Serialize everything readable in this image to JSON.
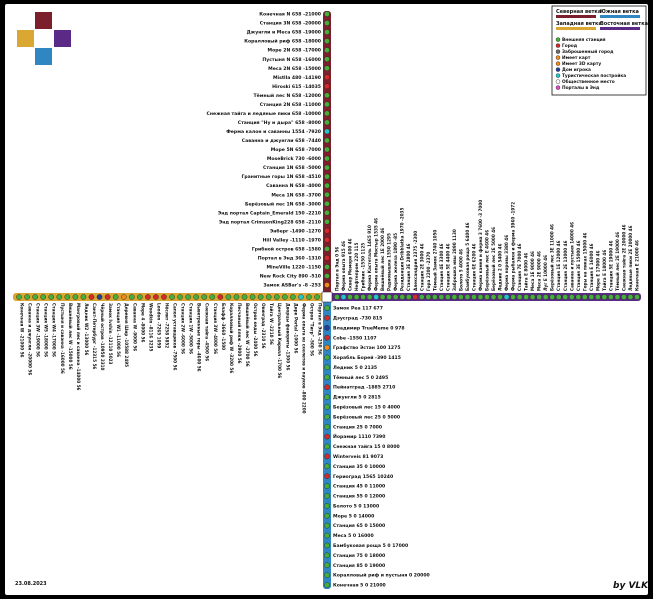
{
  "colors": {
    "north": "#7a1f2b",
    "south": "#2f86c2",
    "west": "#d9a732",
    "east": "#5a2a86",
    "station": "#47ae3c",
    "city": "#d42a2a",
    "abandoned": "#6a6a6a",
    "portal": "#e04bc4",
    "tourist": "#22c7c7",
    "home": "#243f99",
    "public": "#ffffff",
    "orange": "#f08a1a"
  },
  "footer": {
    "date": "23.08.2023",
    "author": "by VLK"
  },
  "legend": {
    "lines": [
      {
        "key": "north",
        "label": "Северная ветка"
      },
      {
        "key": "south",
        "label": "Южная ветка"
      },
      {
        "key": "west",
        "label": "Западная ветка"
      },
      {
        "key": "east",
        "label": "Восточная ветка"
      }
    ],
    "items": [
      {
        "key": "station",
        "label": "Внешняя станция"
      },
      {
        "key": "city",
        "label": "Город"
      },
      {
        "key": "abandoned",
        "label": "Заброшенный город"
      },
      {
        "key": "orange",
        "label": "Имеет карт"
      },
      {
        "key": "orange",
        "label": "Имеет 3D карту"
      },
      {
        "key": "home",
        "label": "Дом игрока"
      },
      {
        "key": "tourist",
        "label": "Туристическая постройка"
      },
      {
        "key": "public",
        "label": "Общественное место"
      },
      {
        "key": "portal",
        "label": "Порталы в Энд"
      }
    ]
  },
  "north": [
    {
      "label": "Конечная N 658 -21000",
      "type": "station"
    },
    {
      "label": "Станция 3N 658 -20000",
      "type": "station"
    },
    {
      "label": "Джунгли и Меса 658 -19000",
      "type": "station"
    },
    {
      "label": "Коралловый риф 658 -18000",
      "type": "station"
    },
    {
      "label": "Море 2N 658 -17000",
      "type": "station"
    },
    {
      "label": "Пустыня N 658 -16000",
      "type": "station"
    },
    {
      "label": "Меса 2N 658 -15000",
      "type": "station"
    },
    {
      "label": "Mistlla 480 -14190",
      "type": "city"
    },
    {
      "label": "Hiroski 615 -14035",
      "type": "city"
    },
    {
      "label": "Тёмный лес N 658 -12000",
      "type": "station"
    },
    {
      "label": "Станция 2N 658 -11000",
      "type": "station"
    },
    {
      "label": "Снежная тайга и ледяные пики 658 -10000",
      "type": "station"
    },
    {
      "label": "Станция \"Ну и дыра\" 658 -8000",
      "type": "station"
    },
    {
      "label": "Ферма калон и саванны 1554 -7920",
      "type": "tourist"
    },
    {
      "label": "Саванна и джунгли 658 -7440",
      "type": "station"
    },
    {
      "label": "Море 5N 658 -7000",
      "type": "station"
    },
    {
      "label": "MoseBrick 730 -6000",
      "type": "station"
    },
    {
      "label": "Станция 1N 658 -5000",
      "type": "station"
    },
    {
      "label": "Гранитные горы 1N 658 -4510",
      "type": "station"
    },
    {
      "label": "Саванна N 658 -4000",
      "type": "station"
    },
    {
      "label": "Меса 1N 658 -3700",
      "type": "station"
    },
    {
      "label": "Берёзовый лес 1N 658 -3000",
      "type": "station"
    },
    {
      "label": "Энд портал Captain_Emerald 150 -2210",
      "type": "station"
    },
    {
      "label": "Энд портал CrimsonKing228 658 -2110",
      "type": "station"
    },
    {
      "label": "Энберг -1490 -1270",
      "type": "city"
    },
    {
      "label": "Hill Valley -1110 -1970",
      "type": "city"
    },
    {
      "label": "Грибной остров 658 -1580",
      "type": "station"
    },
    {
      "label": "Портал в Энд 360 -1310",
      "type": "city"
    },
    {
      "label": "MineVille 1220 -1150",
      "type": "station"
    },
    {
      "label": "New Rock City 890 -510",
      "type": "station"
    },
    {
      "label": "Замок ASBar's -8 -253",
      "type": "orange"
    }
  ],
  "south": [
    {
      "label": "Замок Pea 117 677",
      "type": "station"
    },
    {
      "label": "Дэусград -730 815",
      "type": "city"
    },
    {
      "label": "Владимир TrueMeme 0 978",
      "type": "home"
    },
    {
      "label": "Cobe -1550 1107",
      "type": "city"
    },
    {
      "label": "Графство Эстан 100 1275",
      "type": "orange"
    },
    {
      "label": "Хорабль Борей -390 1415",
      "type": "station"
    },
    {
      "label": "Ледник 5 0 2135",
      "type": "station"
    },
    {
      "label": "Тёмный лес 5 0 2495",
      "type": "station"
    },
    {
      "label": "Пейнатград -1885 2710",
      "type": "city"
    },
    {
      "label": "Джунгли 5 0 2815",
      "type": "station"
    },
    {
      "label": "Берёзовый лес 15 0 4000",
      "type": "station"
    },
    {
      "label": "Берёзовый лес 25 0 5000",
      "type": "station"
    },
    {
      "label": "Станция 25 0 7000",
      "type": "station"
    },
    {
      "label": "Йорамир 1110 7390",
      "type": "city"
    },
    {
      "label": "Снежная тайга 15 0 8000",
      "type": "station"
    },
    {
      "label": "Winterveis 81 9073",
      "type": "city"
    },
    {
      "label": "Станция 35 0 10000",
      "type": "station"
    },
    {
      "label": "Гериоград 1565 10240",
      "type": "city"
    },
    {
      "label": "Станция 45 0 11000",
      "type": "station"
    },
    {
      "label": "Станция 55 0 12000",
      "type": "station"
    },
    {
      "label": "Болото 5 0 13000",
      "type": "station"
    },
    {
      "label": "Море 5 0 14000",
      "type": "station"
    },
    {
      "label": "Станция 65 0 15000",
      "type": "station"
    },
    {
      "label": "Меса 5 0 16000",
      "type": "station"
    },
    {
      "label": "Бамбуковая роща 5 0 17000",
      "type": "station"
    },
    {
      "label": "Станция 75 0 18000",
      "type": "station"
    },
    {
      "label": "Станция 85 0 19000",
      "type": "station"
    },
    {
      "label": "Коралловый риф и пустыня 0 20000",
      "type": "station"
    },
    {
      "label": "Конечная 5 0 21000",
      "type": "station"
    }
  ],
  "west": [
    {
      "label": "Конечная W -21000 56",
      "type": "station"
    },
    {
      "label": "Саванна и джунгли -20000 56",
      "type": "station"
    },
    {
      "label": "Станция 3W -19000 56",
      "type": "station"
    },
    {
      "label": "Станция W5 -18000 56",
      "type": "station"
    },
    {
      "label": "Станция W4 -17000 56",
      "type": "station"
    },
    {
      "label": "Пустыня и саванна -16000 56",
      "type": "station"
    },
    {
      "label": "Вишнёвый лес W -15000 56",
      "type": "station"
    },
    {
      "label": "Мангровый лес и саванна -14000 56",
      "type": "station"
    },
    {
      "label": "Ледник W2 -13000 56",
      "type": "station"
    },
    {
      "label": "Санкт-Петербург -12315 56",
      "type": "city"
    },
    {
      "label": "Чёрный остров -10950 2310",
      "type": "home"
    },
    {
      "label": "Замок Ivshin -12110 5023",
      "type": "city"
    },
    {
      "label": "Станция W1 -11000 56",
      "type": "station"
    },
    {
      "label": "Деревня Шир -10588 2495",
      "type": "orange"
    },
    {
      "label": "Саванна W -9000 56",
      "type": "station"
    },
    {
      "label": "Море 4 -8000 56",
      "type": "station"
    },
    {
      "label": "Woodkin -8116 3235",
      "type": "city"
    },
    {
      "label": "London -7265 1059",
      "type": "city"
    },
    {
      "label": "Нёслит -7258 5852",
      "type": "city"
    },
    {
      "label": "Сапол уставщиков -7500 56",
      "type": "station"
    },
    {
      "label": "Станция 2W -6000 56",
      "type": "station"
    },
    {
      "label": "Станция 1W -5000 56",
      "type": "station"
    },
    {
      "label": "Выветренные горы -4600 56",
      "type": "station"
    },
    {
      "label": "Снежная тайга -4500 56",
      "type": "station"
    },
    {
      "label": "Станция 3W -4000 56",
      "type": "station"
    },
    {
      "label": "Блафф -3660 -1500",
      "type": "city"
    },
    {
      "label": "Коралловый риф W -3200 56",
      "type": "station"
    },
    {
      "label": "Песчаный пляж -2900 56",
      "type": "station"
    },
    {
      "label": "Вишнёвый лес W -2700 56",
      "type": "station"
    },
    {
      "label": "Остров кеды -2400 56",
      "type": "station"
    },
    {
      "label": "Овинград -2310 56",
      "type": "station"
    },
    {
      "label": "Тайга W -2210 56",
      "type": "station"
    },
    {
      "label": "Центральный Кирилл -1700 56",
      "type": "station"
    },
    {
      "label": "Дворцы фавориты -1300 56",
      "type": "station"
    },
    {
      "label": "Дирк Portal -1000 56",
      "type": "station"
    },
    {
      "label": "Ферма опыта из скелетов и пауков -800 2200",
      "type": "tourist"
    },
    {
      "label": "Остров \"Тигр\" -500 56",
      "type": "station"
    },
    {
      "label": "Портал в Энд -250 56",
      "type": "station"
    }
  ],
  "east": [
    {
      "label": "Портал в Энд 0 56",
      "type": "station"
    },
    {
      "label": "Ферма опыта 915 46",
      "type": "tourist"
    },
    {
      "label": "Сквер Мемори 600 46",
      "type": "station"
    },
    {
      "label": "Нефтепром 220 115",
      "type": "station"
    },
    {
      "label": "Грибник -1550 1125",
      "type": "station"
    },
    {
      "label": "Ферма Кастеталь 1465 910",
      "type": "station"
    },
    {
      "label": "Ферма опыта Мостыр 1535 46",
      "type": "tourist"
    },
    {
      "label": "Вишнёвый лес 1E 2000 46",
      "type": "station"
    },
    {
      "label": "Радиовышка 1550 1295",
      "type": "station"
    },
    {
      "label": "Ферма железа 1890 -85",
      "type": "station"
    },
    {
      "label": "Резиденция Dribblatka 1970 -2035",
      "type": "station"
    },
    {
      "label": "Станция 3E 2800 46",
      "type": "station"
    },
    {
      "label": "Александрия 2375 -2300",
      "type": "city"
    },
    {
      "label": "Станция 2E 3000 46",
      "type": "station"
    },
    {
      "label": "Гора 2200 -2370",
      "type": "station"
    },
    {
      "label": "Тёмный Замок 2740 1050",
      "type": "station"
    },
    {
      "label": "Станция 4E 3300 46",
      "type": "station"
    },
    {
      "label": "Станция 5E 4400 46",
      "type": "station"
    },
    {
      "label": "Заброшка ивы 2890 1130",
      "type": "station"
    },
    {
      "label": "Болото 5 4000 46",
      "type": "station"
    },
    {
      "label": "Бамбуковая роща 5 6400 46",
      "type": "station"
    },
    {
      "label": "Станция 6E 6200 46",
      "type": "station"
    },
    {
      "label": "Ферма камня и ферма 3 7600 -3 7000",
      "type": "station"
    },
    {
      "label": "Берёзовый лес E 4600 46",
      "type": "station"
    },
    {
      "label": "Берёзовый лес 2E 5000 46",
      "type": "station"
    },
    {
      "label": "Ледник 2 0 5400 46",
      "type": "station"
    },
    {
      "label": "Ферма коровы 3380 46",
      "type": "tourist"
    },
    {
      "label": "Ферма рыбалки и ферма 3960 -1972",
      "type": "station"
    },
    {
      "label": "Станция 7E 7000 46",
      "type": "station"
    },
    {
      "label": "Тайга E 8000 46",
      "type": "station"
    },
    {
      "label": "Меса 1E 9000 46",
      "type": "station"
    },
    {
      "label": "Меса 2E 9000 46",
      "type": "station"
    },
    {
      "label": "Луг E 10000 46",
      "type": "station"
    },
    {
      "label": "Берёзовый лес 3E 11000 46",
      "type": "station"
    },
    {
      "label": "Станция 1E 12000 46",
      "type": "station"
    },
    {
      "label": "Станция 2E 13000 46",
      "type": "station"
    },
    {
      "label": "Саванна и пустыня 14000 46",
      "type": "station"
    },
    {
      "label": "Станция 3E 15000 46",
      "type": "station"
    },
    {
      "label": "Горы на пиках 15000 46",
      "type": "station"
    },
    {
      "label": "Станция E 16000 46",
      "type": "station"
    },
    {
      "label": "Море E 17000 46",
      "type": "station"
    },
    {
      "label": "Тайга E 18000 46",
      "type": "station"
    },
    {
      "label": "Станция 5E 19000 46",
      "type": "station"
    },
    {
      "label": "Тёмный лес 2E 19000 46",
      "type": "station"
    },
    {
      "label": "Снежная тайга 2E 20000 46",
      "type": "station"
    },
    {
      "label": "Ледяные пики 2E 20000 46",
      "type": "station"
    },
    {
      "label": "Конечная E 21000 46",
      "type": "station"
    }
  ]
}
